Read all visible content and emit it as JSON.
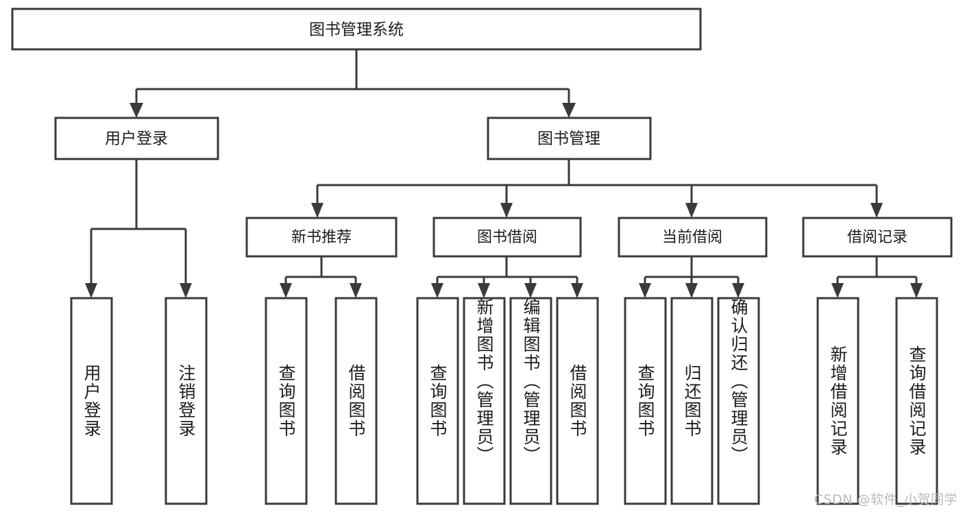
{
  "diagram": {
    "type": "tree-hierarchy",
    "title": "图书管理系统",
    "watermark": "CSDN @软件_小贺同学",
    "colors": {
      "background": "#ffffff",
      "box_stroke": "#3a3a3a",
      "box_fill": "#ffffff",
      "text": "#1c1c1c",
      "watermark": "#b9b9b9"
    },
    "root": {
      "label": "图书管理系统"
    },
    "level2": [
      {
        "label": "用户登录"
      },
      {
        "label": "图书管理"
      }
    ],
    "level3": [
      {
        "label": "新书推荐"
      },
      {
        "label": "图书借阅"
      },
      {
        "label": "当前借阅"
      },
      {
        "label": "借阅记录"
      }
    ],
    "leaves": {
      "user_login": [
        {
          "label": "用户登录"
        },
        {
          "label": "注销登录"
        }
      ],
      "new_book_recommend": [
        {
          "label": "查询图书"
        },
        {
          "label": "借阅图书"
        }
      ],
      "book_borrow": [
        {
          "label": "查询图书"
        },
        {
          "label": "新增图书（管理员）"
        },
        {
          "label": "编辑图书（管理员）"
        },
        {
          "label": "借阅图书"
        }
      ],
      "current_borrow": [
        {
          "label": "查询图书"
        },
        {
          "label": "归还图书"
        },
        {
          "label": "确认归还（管理员）"
        }
      ],
      "borrow_record": [
        {
          "label": "新增借阅记录"
        },
        {
          "label": "查询借阅记录"
        }
      ]
    }
  }
}
